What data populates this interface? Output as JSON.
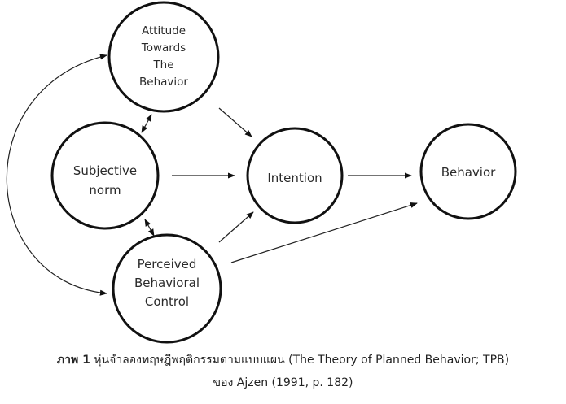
{
  "nodes": {
    "attitude": [
      "Attitude",
      "Towards",
      "The",
      "Behavior"
    ],
    "subjective_norm": [
      "Subjective",
      "norm"
    ],
    "perceived_control": [
      "Perceived",
      "Behavioral",
      "Control"
    ],
    "intention": [
      "Intention"
    ],
    "behavior": [
      "Behavior"
    ]
  },
  "caption": {
    "figure_label": "ภาพ 1",
    "line1_text": "หุ่นจำลองทฤษฎีพฤติกรรมตามแบบแผน (The Theory of Planned Behavior; TPB)",
    "line2_text": "ของ Ajzen (1991, p. 182)"
  }
}
